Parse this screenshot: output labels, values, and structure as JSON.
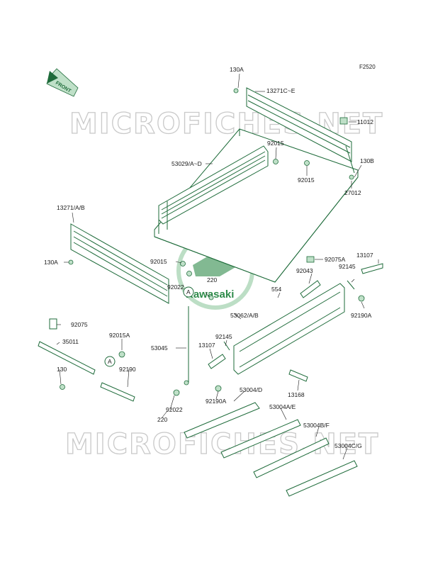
{
  "figure_code": "F2520",
  "front_label": "FRONT",
  "watermark": "MICROFICHES.NET",
  "logo_text": "Kawasaki",
  "circle_marker": "A",
  "labels": {
    "p130A_top": "130A",
    "p13271C_E": "13271C~E",
    "p11012": "11012",
    "p92015_a": "92015",
    "p92015_b": "92015",
    "p130B": "130B",
    "p27012": "27012",
    "p53029": "53029/A~D",
    "p13271AB": "13271/A/B",
    "p130A_left": "130A",
    "p92015_mid": "92015",
    "p92022_mid": "92022",
    "p220_mid": "220",
    "p554": "554",
    "p92075A": "92075A",
    "p13107_r": "13107",
    "p92043": "92043",
    "p92145_r": "92145",
    "p92190A_r": "92190A",
    "p53062": "53062/A/B",
    "p92145_m": "92145",
    "p13107_m": "13107",
    "p53045": "53045",
    "p92075": "92075",
    "p35011": "35011",
    "p92015A": "92015A",
    "p130": "130",
    "p92190": "92190",
    "p92022_b": "92022",
    "p220_b": "220",
    "p92190A_m": "92190A",
    "p13168": "13168",
    "p53004D": "53004/D",
    "p53004AE": "53004A/E",
    "p53004BF": "53004B/F",
    "p53004CG": "53004C/G"
  },
  "colors": {
    "part_line": "#1e6b3a",
    "part_fill": "#bfe0c8",
    "watermark": "#c9c9c9"
  }
}
